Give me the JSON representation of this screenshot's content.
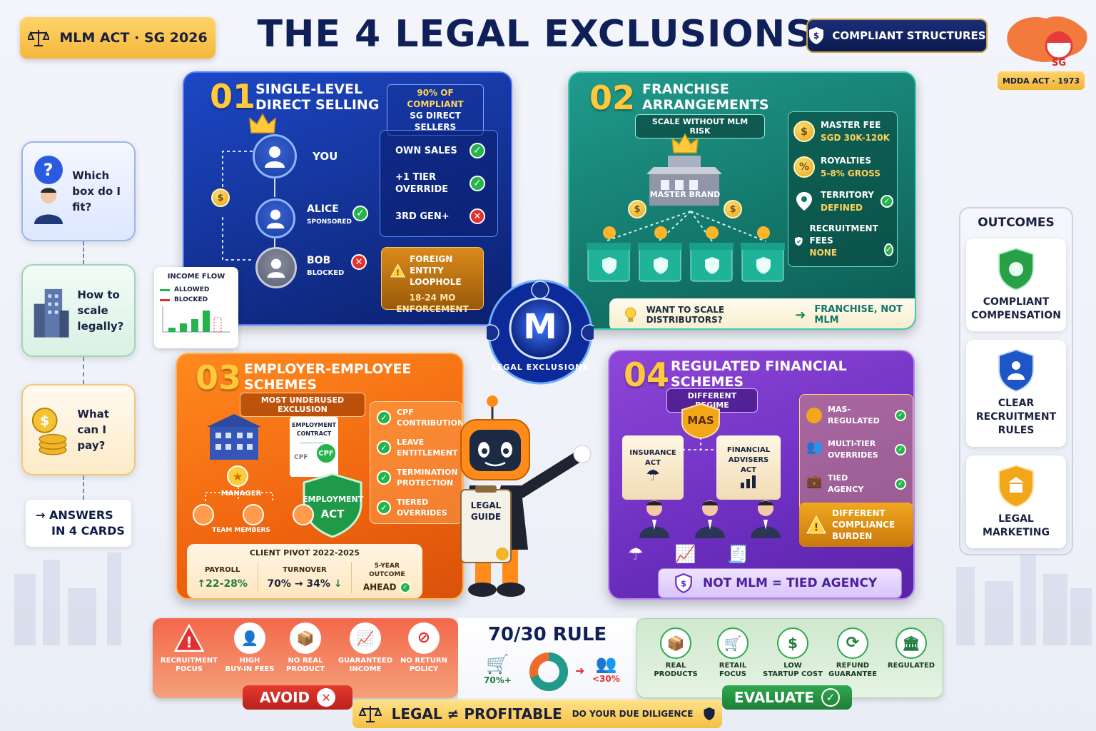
{
  "header": {
    "tag": "MLM ACT · SG 2026",
    "title": "THE 4 LEGAL EXCLUSIONS",
    "compliant": "COMPLIANT STRUCTURES",
    "map_label": "SG",
    "mdda": "MDDA ACT · 1973"
  },
  "questions": [
    {
      "text": "Which box do I fit?"
    },
    {
      "text": "How to scale legally?"
    },
    {
      "text": "What can I pay?"
    }
  ],
  "answers": {
    "line1": "ANSWERS",
    "line2": "IN 4 CARDS"
  },
  "card1": {
    "num": "01",
    "title1": "SINGLE-LEVEL",
    "title2": "DIRECT SELLING",
    "badge1": "90% OF COMPLIANT",
    "badge2": "SG DIRECT SELLERS",
    "you": "YOU",
    "alice": "ALICE",
    "alice_sub": "SPONSORED",
    "bob": "BOB",
    "bob_sub": "BLOCKED",
    "rules": [
      {
        "label1": "OWN SALES",
        "label2": "",
        "ok": true
      },
      {
        "label1": "+1 TIER",
        "label2": "OVERRIDE",
        "ok": true
      },
      {
        "label1": "3RD GEN+",
        "label2": "",
        "ok": false
      }
    ],
    "warn1": "FOREIGN ENTITY",
    "warn2": "LOOPHOLE",
    "warn3": "18-24 MO",
    "warn4": "ENFORCEMENT"
  },
  "income": {
    "title": "INCOME FLOW",
    "allowed": "ALLOWED",
    "blocked": "BLOCKED"
  },
  "card2": {
    "num": "02",
    "title1": "FRANCHISE",
    "title2": "ARRANGEMENTS",
    "sub": "SCALE WITHOUT MLM RISK",
    "brand": "MASTER BRAND",
    "items": [
      {
        "l1": "MASTER FEE",
        "l2": "SGD 30K-120K"
      },
      {
        "l1": "ROYALTIES",
        "l2": "5-8% GROSS"
      },
      {
        "l1": "TERRITORY",
        "l2": "DEFINED"
      },
      {
        "l1": "RECRUITMENT",
        "l2": "FEES",
        "l3": "NONE"
      }
    ],
    "tip1": "WANT TO SCALE DISTRIBUTORS?",
    "tip2": "FRANCHISE, NOT MLM"
  },
  "center": {
    "letter": "M",
    "ring": "LEGAL EXCLUSIONS"
  },
  "card3": {
    "num": "03",
    "title1": "EMPLOYER-EMPLOYEE",
    "title2": "SCHEMES",
    "sub": "MOST UNDERUSED EXCLUSION",
    "contract1": "EMPLOYMENT",
    "contract2": "CONTRACT",
    "cpf": "CPF",
    "cpf_line": "CPF",
    "shield1": "EMPLOYMENT",
    "shield2": "ACT",
    "manager": "MANAGER",
    "team": "TEAM MEMBERS",
    "checks": [
      {
        "l1": "CPF",
        "l2": "CONTRIBUTIONS"
      },
      {
        "l1": "LEAVE",
        "l2": "ENTITLEMENT"
      },
      {
        "l1": "TERMINATION",
        "l2": "PROTECTION"
      },
      {
        "l1": "TIERED",
        "l2": "OVERRIDES"
      }
    ],
    "pivot": "CLIENT PIVOT 2022-2025",
    "payroll_l": "PAYROLL",
    "payroll_v": "↑22-28%",
    "turnover_l": "TURNOVER",
    "turnover_v": "70% → 34%",
    "outcome_l1": "5-YEAR",
    "outcome_l2": "OUTCOME",
    "outcome_v": "AHEAD"
  },
  "robot": {
    "board1": "LEGAL",
    "board2": "GUIDE"
  },
  "card4": {
    "num": "04",
    "title1": "REGULATED FINANCIAL",
    "title2": "SCHEMES",
    "sub": "DIFFERENT REGIME",
    "mas": "MAS",
    "ins1": "INSURANCE",
    "ins2": "ACT",
    "fa1": "FINANCIAL",
    "fa2": "ADVISERS",
    "fa3": "ACT",
    "items": [
      {
        "l1": "MAS-REGULATED",
        "l2": ""
      },
      {
        "l1": "MULTI-TIER",
        "l2": "OVERRIDES"
      },
      {
        "l1": "TIED",
        "l2": "AGENCY"
      }
    ],
    "warn1": "DIFFERENT",
    "warn2": "COMPLIANCE",
    "warn3": "BURDEN",
    "bar": "NOT MLM = TIED AGENCY"
  },
  "avoid": {
    "items": [
      {
        "l1": "RECRUITMENT FOCUS",
        "l2": ""
      },
      {
        "l1": "HIGH",
        "l2": "BUY-IN FEES"
      },
      {
        "l1": "NO REAL",
        "l2": "PRODUCT"
      },
      {
        "l1": "GUARANTEED",
        "l2": "INCOME"
      },
      {
        "l1": "NO RETURN",
        "l2": "POLICY"
      }
    ],
    "button": "AVOID"
  },
  "rule": {
    "title": "70/30 RULE",
    "left": "70%+",
    "right": "<30%",
    "split": 0.7
  },
  "evaluate": {
    "items": [
      {
        "l1": "REAL",
        "l2": "PRODUCTS"
      },
      {
        "l1": "RETAIL",
        "l2": "FOCUS"
      },
      {
        "l1": "LOW",
        "l2": "STARTUP COST"
      },
      {
        "l1": "REFUND",
        "l2": "GUARANTEE"
      },
      {
        "l1": "REGULATED",
        "l2": ""
      }
    ],
    "button": "EVALUATE"
  },
  "legal": {
    "main": "LEGAL ≠ PROFITABLE",
    "sub": "DO YOUR DUE DILIGENCE"
  },
  "outcomes": {
    "title": "OUTCOMES",
    "items": [
      {
        "l1": "COMPLIANT",
        "l2": "COMPENSATION",
        "l3": ""
      },
      {
        "l1": "CLEAR",
        "l2": "RECRUITMENT",
        "l3": "RULES"
      },
      {
        "l1": "LEGAL",
        "l2": "MARKETING",
        "l3": ""
      }
    ]
  },
  "colors": {
    "blue": "#1d47c6",
    "teal": "#1f9b8d",
    "orange": "#f0640f",
    "purple": "#6c2fc0",
    "gold": "#ffc93b",
    "green": "#25b34b",
    "red": "#e23030"
  }
}
